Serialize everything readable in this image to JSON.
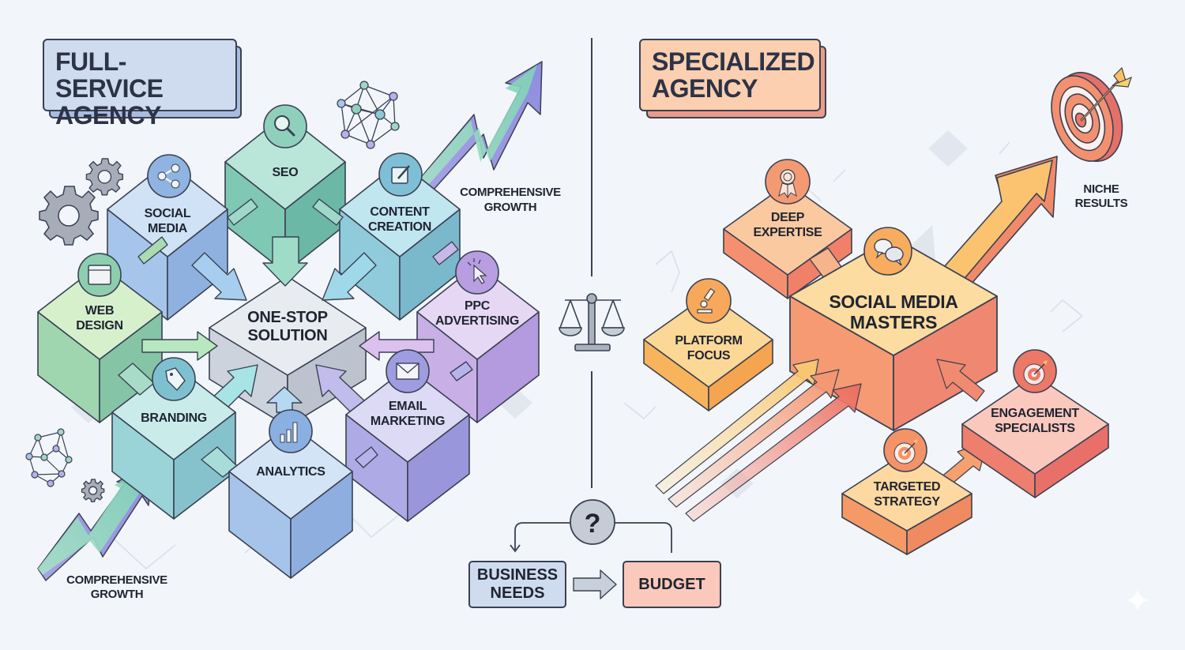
{
  "left_panel": {
    "title_lines": [
      "FULL-SERVICE",
      "AGENCY"
    ],
    "title_color": "#cfdcf0",
    "hub": {
      "lines": [
        "ONE-STOP",
        "SOLUTION"
      ]
    },
    "services": [
      {
        "id": "seo",
        "lines": [
          "SEO"
        ],
        "icon": "search-icon",
        "color": "#a8dccf"
      },
      {
        "id": "social-media",
        "lines": [
          "SOCIAL",
          "MEDIA"
        ],
        "icon": "share-icon",
        "color": "#b7d3f0"
      },
      {
        "id": "content-creation",
        "lines": [
          "CONTENT",
          "CREATION"
        ],
        "icon": "edit-icon",
        "color": "#a9d8e6"
      },
      {
        "id": "web-design",
        "lines": [
          "WEB",
          "DESIGN"
        ],
        "icon": "browser-window-icon",
        "color": "#c6e8c4"
      },
      {
        "id": "ppc-advertising",
        "lines": [
          "PPC",
          "ADVERTISING"
        ],
        "icon": "cursor-click-icon",
        "color": "#d8c6ee"
      },
      {
        "id": "branding",
        "lines": [
          "BRANDING"
        ],
        "icon": "tag-icon",
        "color": "#b2e0e0"
      },
      {
        "id": "analytics",
        "lines": [
          "ANALYTICS"
        ],
        "icon": "bar-chart-icon",
        "color": "#bcd4f0"
      },
      {
        "id": "email-marketing",
        "lines": [
          "EMAIL",
          "MARKETING"
        ],
        "icon": "envelope-icon",
        "color": "#c4c2ee"
      }
    ],
    "growth_labels": [
      {
        "lines": [
          "COMPREHENSIVE",
          "GROWTH"
        ]
      },
      {
        "lines": [
          "COMPREHENSIVE",
          "GROWTH"
        ]
      }
    ]
  },
  "center": {
    "balance_icon": "scale-icon",
    "question_icon": "question-icon",
    "question_mark": "?",
    "business_needs_lines": [
      "BUSINESS",
      "NEEDS"
    ],
    "budget_label": "BUDGET"
  },
  "right_panel": {
    "title_lines": [
      "SPECIALIZED",
      "AGENCY"
    ],
    "title_color": "#fbcfb0",
    "hub": {
      "lines": [
        "SOCIAL MEDIA",
        "MASTERS"
      ],
      "icon": "chat-bubbles-icon"
    },
    "satellites": [
      {
        "id": "deep-expertise",
        "lines": [
          "DEEP",
          "EXPERTISE"
        ],
        "icon": "award-ribbon-icon"
      },
      {
        "id": "platform-focus",
        "lines": [
          "PLATFORM",
          "FOCUS"
        ],
        "icon": "microscope-icon"
      },
      {
        "id": "engagement-specialists",
        "lines": [
          "ENGAGEMENT",
          "SPECIALISTS"
        ],
        "icon": "target-icon"
      },
      {
        "id": "targeted-strategy",
        "lines": [
          "TARGETED",
          "STRATEGY"
        ],
        "icon": "target-icon"
      }
    ],
    "niche_results_lines": [
      "NICHE",
      "RESULTS"
    ],
    "target_icon": "bullseye-arrow-icon"
  },
  "colors": {
    "background": "#f2f5f9",
    "outline": "#3a4152",
    "text": "#1f2430",
    "accent_orange": "#f5a070",
    "accent_coral": "#ee7a68",
    "accent_yellow": "#fbd38d"
  }
}
